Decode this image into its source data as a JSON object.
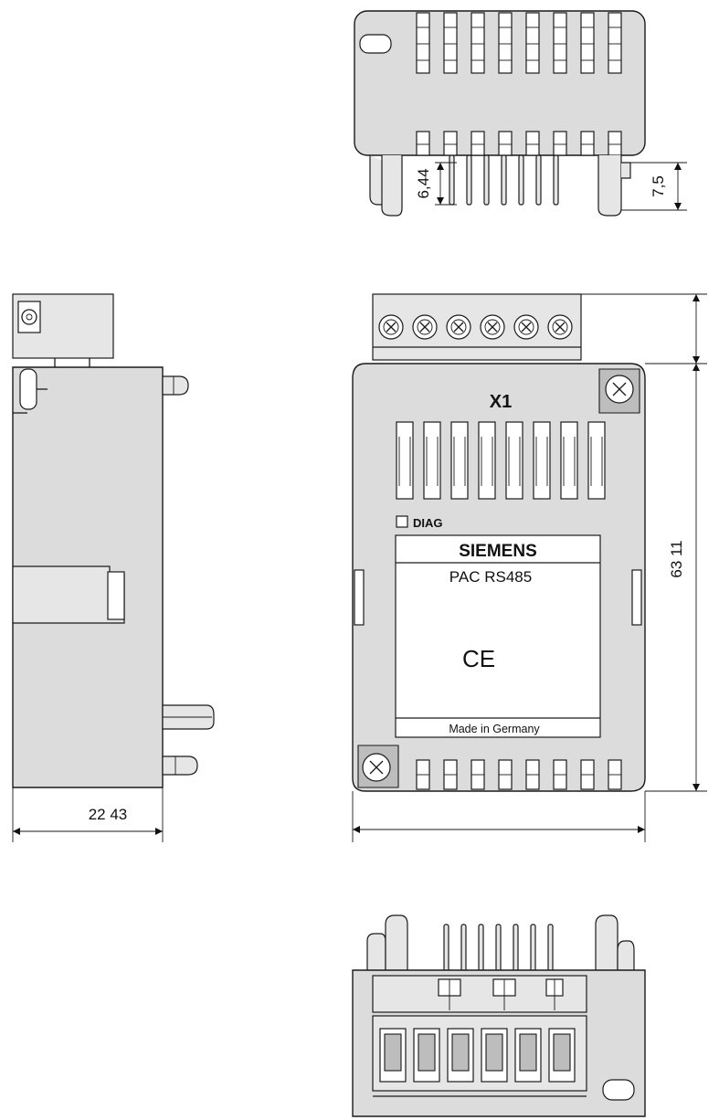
{
  "labels": {
    "x1": "X1",
    "diag": "DIAG",
    "brand": "SIEMENS",
    "model": "PAC  RS485",
    "origin": "Made in Germany",
    "ce_mark": "CE"
  },
  "dimensions": {
    "top_pin_height": "6,44",
    "top_right_height": "7,5",
    "side_depth": "22  43",
    "front_total_height": "63  11"
  },
  "counts": {
    "front_slots": 8,
    "terminal_screws": 6,
    "top_fins": 8,
    "bottom_slots": 8,
    "top_pins": 7,
    "bottom_pins": 7,
    "connector_cells": 6
  },
  "icons": {
    "terminal_screw": "terminal-screw-icon",
    "mounting_screw": "mounting-screw-icon"
  }
}
